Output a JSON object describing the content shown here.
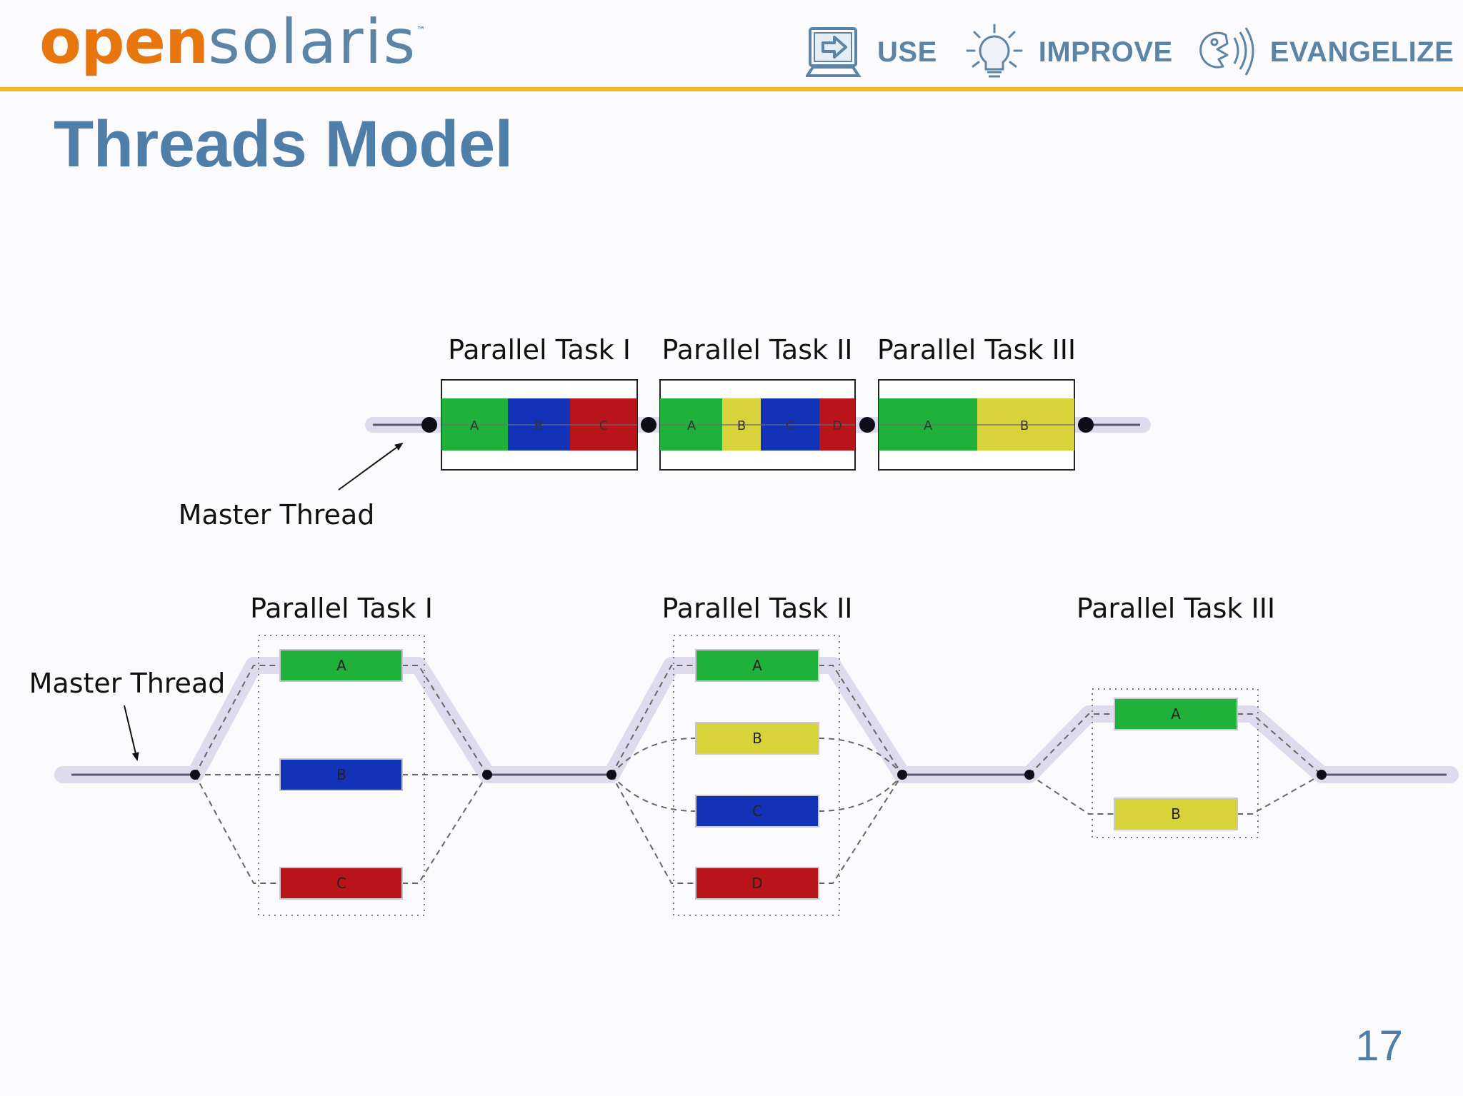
{
  "header": {
    "logo": {
      "open": "open",
      "solaris": "solaris",
      "mark": "™"
    },
    "nav": [
      {
        "label": "USE",
        "icon": "monitor-arrow-icon"
      },
      {
        "label": "IMPROVE",
        "icon": "lightbulb-icon"
      },
      {
        "label": "EVANGELIZE",
        "icon": "speaking-head-icon"
      }
    ]
  },
  "slide": {
    "title": "Threads Model",
    "page_number": "17"
  },
  "colors": {
    "orange": "#e8760f",
    "blue_text": "#4f7ea8",
    "rule": "#f0b726",
    "green": "#1fb13a",
    "blue": "#1232b8",
    "red": "#b8141a",
    "yellow": "#d8d33a",
    "thread": "#dedbee"
  },
  "diagram_top": {
    "master_label": "Master Thread",
    "tasks": [
      {
        "label": "Parallel Task I",
        "threads": [
          "A",
          "B",
          "C"
        ]
      },
      {
        "label": "Parallel Task II",
        "threads": [
          "A",
          "B",
          "C",
          "D"
        ]
      },
      {
        "label": "Parallel Task III",
        "threads": [
          "A",
          "B"
        ]
      }
    ]
  },
  "diagram_bottom": {
    "master_label": "Master Thread",
    "tasks": [
      {
        "label": "Parallel Task I",
        "threads": [
          "A",
          "B",
          "C"
        ]
      },
      {
        "label": "Parallel Task II",
        "threads": [
          "A",
          "B",
          "C",
          "D"
        ]
      },
      {
        "label": "Parallel Task III",
        "threads": [
          "A",
          "B"
        ]
      }
    ]
  }
}
